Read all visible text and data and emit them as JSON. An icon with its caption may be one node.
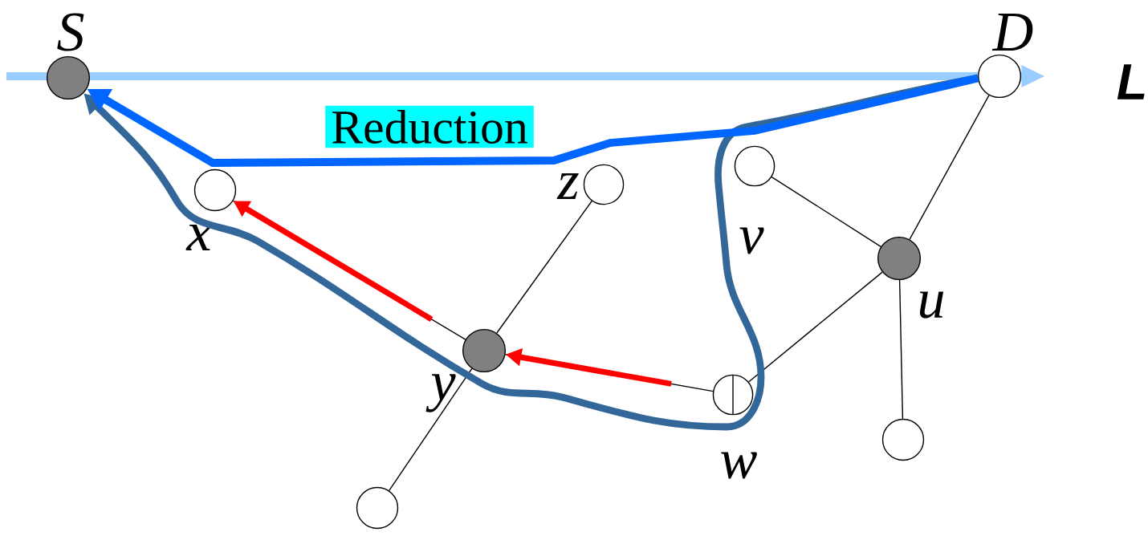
{
  "diagram": {
    "nodes": [
      {
        "text": [],
        "shape": "circle",
        "beside": [
          "S"
        ]
      },
      {
        "text": [],
        "shape": "circle",
        "beside": [
          "D"
        ]
      },
      {
        "text": [],
        "shape": "circle",
        "beside": [
          "z"
        ]
      },
      {
        "text": [],
        "shape": "circle",
        "beside": [
          "v"
        ]
      },
      {
        "text": [],
        "shape": "circle",
        "beside": [
          "x"
        ]
      },
      {
        "text": [],
        "shape": "circle",
        "beside": [
          "u"
        ]
      },
      {
        "text": [],
        "shape": "circle",
        "beside": [
          "y"
        ]
      },
      {
        "text": [],
        "shape": "circle",
        "beside": [
          "w"
        ]
      },
      {
        "text": [],
        "shape": "circle"
      },
      {
        "text": [],
        "shape": "circle"
      }
    ],
    "edges": [
      {
        "from": 4,
        "to": 6,
        "arrow": "none"
      },
      {
        "from": 2,
        "to": 6,
        "arrow": "none"
      },
      {
        "from": 6,
        "to": 9,
        "arrow": "none"
      },
      {
        "from": 6,
        "to": 7,
        "arrow": "none"
      },
      {
        "from": 7,
        "to": 5,
        "arrow": "none"
      },
      {
        "from": 3,
        "to": 5,
        "arrow": "none"
      },
      {
        "from": 1,
        "to": 5,
        "arrow": "none"
      },
      {
        "from": 5,
        "to": 8,
        "arrow": "none"
      },
      {
        "from": 7,
        "to": 6,
        "arrow": "to",
        "style": "thick",
        "color": "#ff0000"
      },
      {
        "from": 6,
        "to": 4,
        "arrow": "to",
        "style": "thick",
        "color": "#ff0000"
      },
      {
        "from": 1,
        "to": 0,
        "arrow": "to",
        "style": "thick",
        "color": "#336699"
      },
      {
        "from": 1,
        "to": 0,
        "arrow": "to",
        "style": "thick",
        "color": "#0066ff",
        "label": "Reduction"
      }
    ],
    "labels": [
      "L"
    ]
  }
}
